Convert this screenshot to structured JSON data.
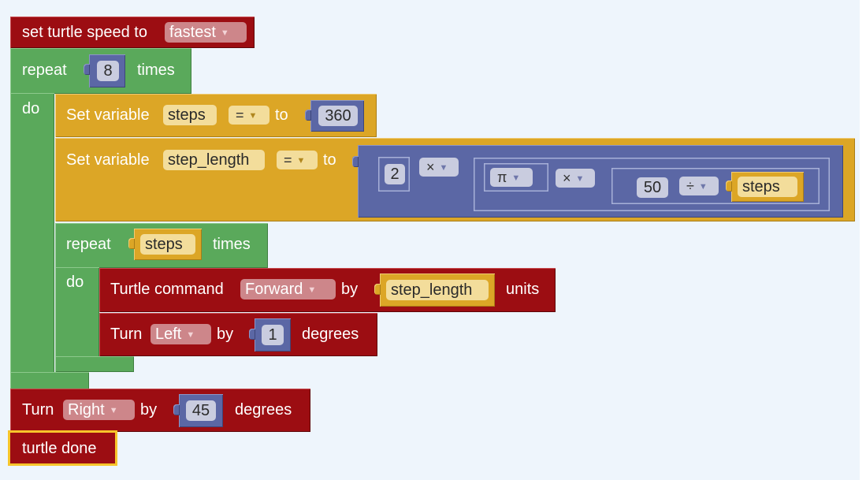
{
  "workspace": {
    "background": "#eef5fc"
  },
  "colors": {
    "turtle": "#9c0d12",
    "loops": "#5aa95b",
    "variables": "#dca626",
    "math": "#5b67a5"
  },
  "block_speed": {
    "label": "set turtle speed to",
    "speed": "fastest"
  },
  "block_repeat_outer": {
    "label_repeat": "repeat",
    "count": "8",
    "label_times": "times",
    "label_do": "do"
  },
  "block_set_steps": {
    "label_set": "Set variable",
    "var": "steps",
    "op": "=",
    "label_to": "to",
    "value": "360"
  },
  "block_set_step_length": {
    "label_set": "Set variable",
    "var": "step_length",
    "op": "=",
    "label_to": "to",
    "expr": {
      "left": "2",
      "op1": "×",
      "pi": "π",
      "op2": "×",
      "num": "50",
      "op3": "÷",
      "var": "steps"
    }
  },
  "block_repeat_inner": {
    "label_repeat": "repeat",
    "count_var": "steps",
    "label_times": "times",
    "label_do": "do"
  },
  "block_forward": {
    "label": "Turtle command",
    "command": "Forward",
    "label_by": "by",
    "amount_var": "step_length",
    "label_units": "units"
  },
  "block_turn_left": {
    "label": "Turn",
    "direction": "Left",
    "label_by": "by",
    "amount": "1",
    "label_degrees": "degrees"
  },
  "block_turn_right": {
    "label": "Turn",
    "direction": "Right",
    "label_by": "by",
    "amount": "45",
    "label_degrees": "degrees"
  },
  "block_done": {
    "label": "turtle done"
  }
}
